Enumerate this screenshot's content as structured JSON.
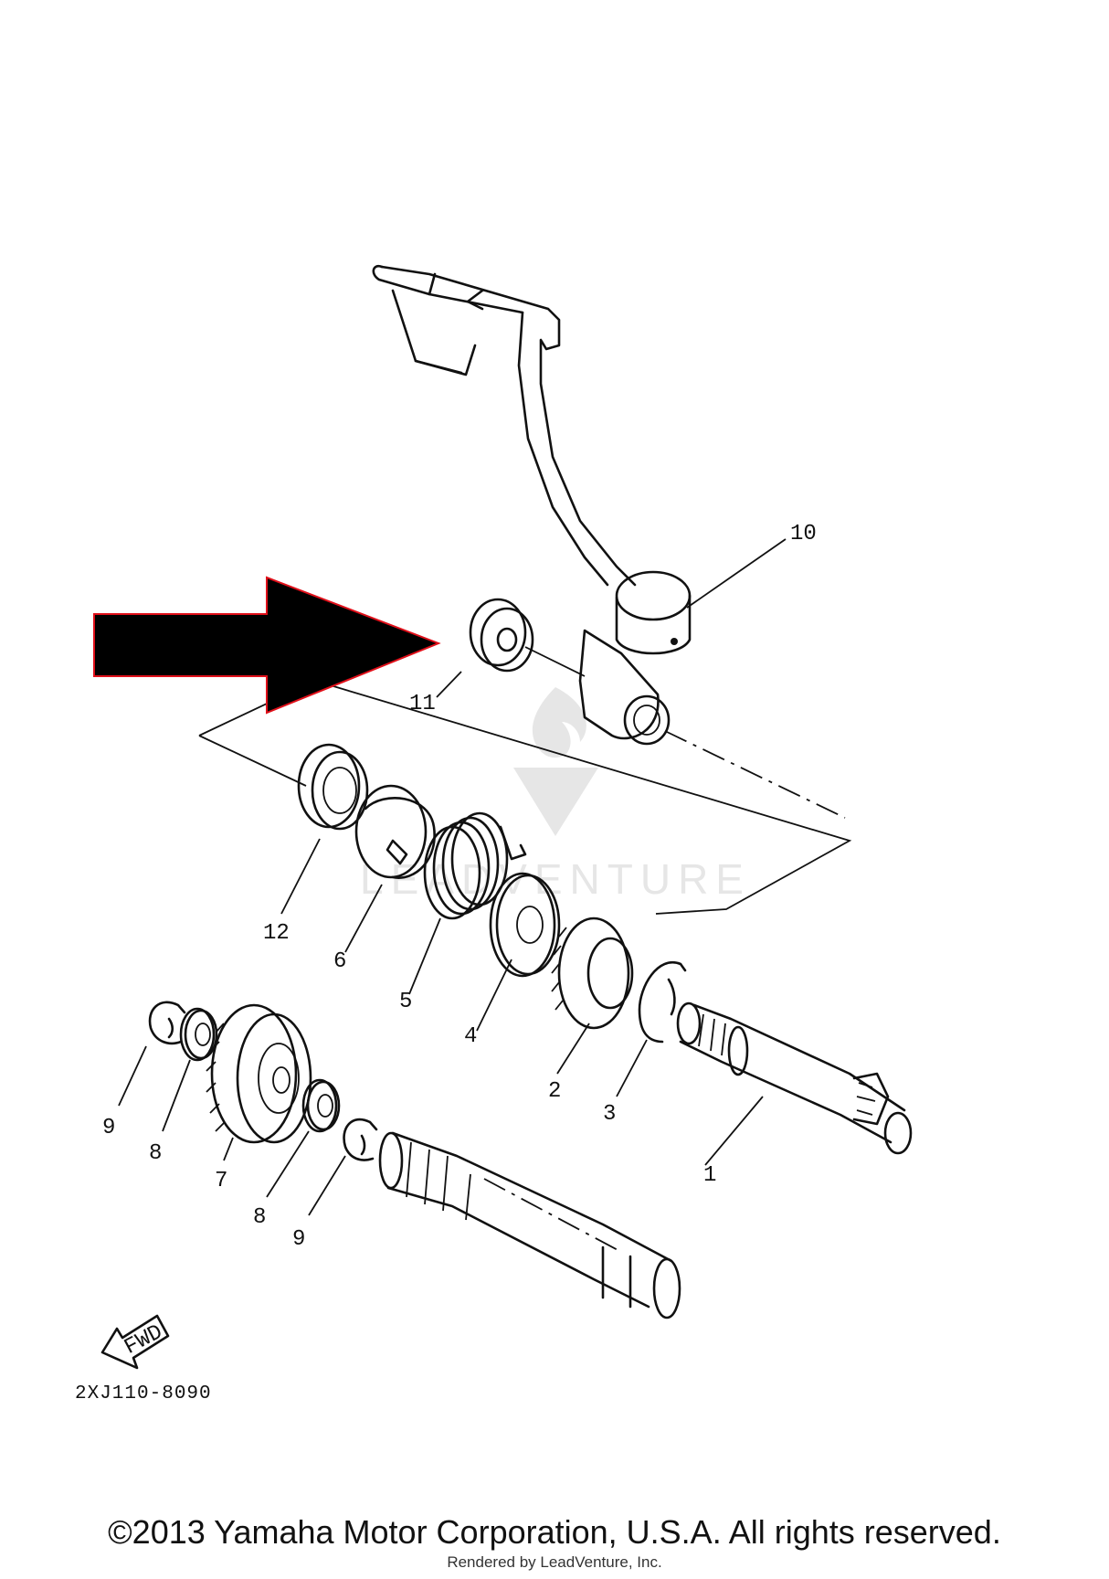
{
  "callouts": [
    "1",
    "2",
    "3",
    "4",
    "5",
    "6",
    "7",
    "8",
    "8",
    "9",
    "9",
    "10",
    "11",
    "12"
  ],
  "diagram_code": "2XJ110-8090",
  "fwd_label": "FWD",
  "watermark_text": "LEADVENTURE",
  "copyright": "©2013 Yamaha Motor Corporation, U.S.A. All rights reserved.",
  "rendered_by": "Rendered by LeadVenture, Inc.",
  "colors": {
    "arrow_fill": "#000000",
    "arrow_outline": "#e0101a",
    "line": "#111111",
    "watermark": "#e6e6e6"
  }
}
